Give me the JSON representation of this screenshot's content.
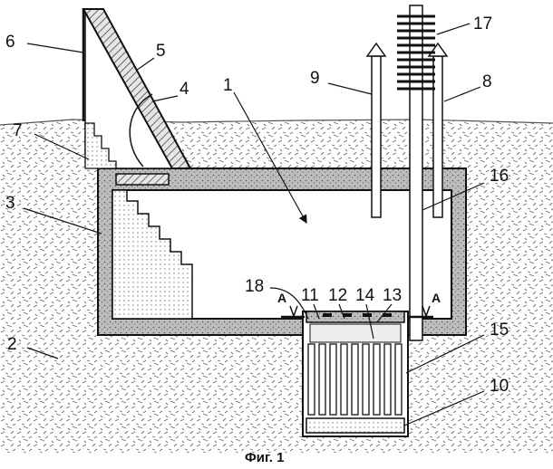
{
  "figure": {
    "caption": "Фиг. 1",
    "section_mark": "A",
    "colors": {
      "ink": "#111111",
      "soil": "#dedede",
      "wall": "#c9c9c9",
      "air": "#ffffff"
    },
    "callouts": [
      {
        "id": "c1",
        "text": "1"
      },
      {
        "id": "c2",
        "text": "2"
      },
      {
        "id": "c3",
        "text": "3"
      },
      {
        "id": "c4",
        "text": "4"
      },
      {
        "id": "c5",
        "text": "5"
      },
      {
        "id": "c6",
        "text": "6"
      },
      {
        "id": "c7",
        "text": "7"
      },
      {
        "id": "c8",
        "text": "8"
      },
      {
        "id": "c9",
        "text": "9"
      },
      {
        "id": "c10",
        "text": "10"
      },
      {
        "id": "c11",
        "text": "11"
      },
      {
        "id": "c12",
        "text": "12"
      },
      {
        "id": "c13",
        "text": "13"
      },
      {
        "id": "c14",
        "text": "14"
      },
      {
        "id": "c15",
        "text": "15"
      },
      {
        "id": "c16",
        "text": "16"
      },
      {
        "id": "c17",
        "text": "17"
      },
      {
        "id": "c18",
        "text": "18"
      }
    ]
  }
}
